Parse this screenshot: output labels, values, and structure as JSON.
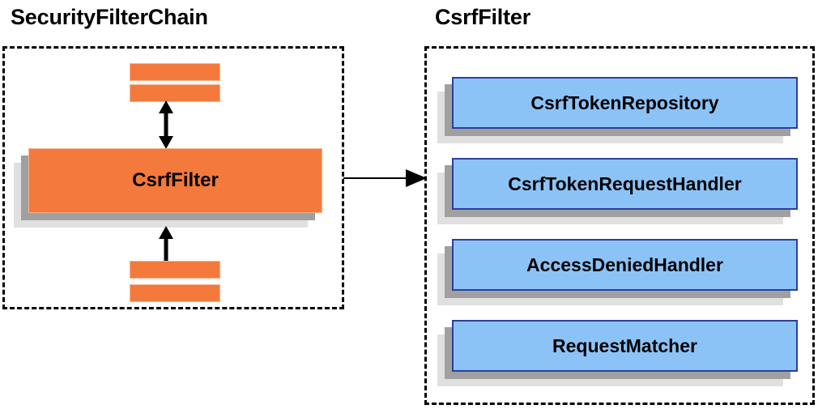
{
  "diagram": {
    "title_left": "SecurityFilterChain",
    "title_right": "CsrfFilter",
    "main_filter": "CsrfFilter",
    "collaborators": [
      {
        "label": "CsrfTokenRepository"
      },
      {
        "label": "CsrfTokenRequestHandler"
      },
      {
        "label": "AccessDeniedHandler"
      },
      {
        "label": "RequestMatcher"
      }
    ],
    "colors": {
      "orange_fill": "#f4793c",
      "orange_border": "#f9b28b",
      "blue_fill": "#8cc3f7",
      "blue_border": "#2b3f9e",
      "shadow_mid": "#a0a0a0",
      "shadow_back": "#e0e0e0",
      "panel_border": "#000000",
      "text": "#000000",
      "background": "#ffffff"
    },
    "arrows": {
      "bidirectional_top": "double-headed-vertical-arrow",
      "bidirectional_bottom": "double-headed-vertical-arrow",
      "link": "right-arrow"
    }
  }
}
